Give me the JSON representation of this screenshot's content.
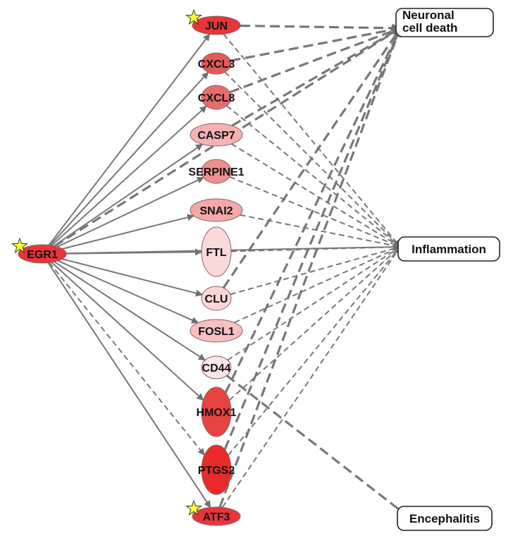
{
  "network": {
    "nodes": [
      {
        "id": "EGR1",
        "label": "EGR1",
        "kind": "gene",
        "fill": "#e8353a",
        "star": true
      },
      {
        "id": "JUN",
        "label": "JUN",
        "kind": "gene",
        "fill": "#e8353a",
        "star": true
      },
      {
        "id": "CXCL3",
        "label": "CXCL3",
        "kind": "gene",
        "fill": "#e35a5a"
      },
      {
        "id": "CXCL8",
        "label": "CXCL8",
        "kind": "gene",
        "fill": "#e76d6d"
      },
      {
        "id": "CASP7",
        "label": "CASP7",
        "kind": "gene",
        "fill": "#f4b2b2"
      },
      {
        "id": "SERPINE1",
        "label": "SERPINE1",
        "kind": "gene",
        "fill": "#ee9090"
      },
      {
        "id": "SNAI2",
        "label": "SNAI2",
        "kind": "gene",
        "fill": "#f4a8a8"
      },
      {
        "id": "FTL",
        "label": "FTL",
        "kind": "gene",
        "fill": "#fbdada"
      },
      {
        "id": "CLU",
        "label": "CLU",
        "kind": "gene",
        "fill": "#fad6d6"
      },
      {
        "id": "FOSL1",
        "label": "FOSL1",
        "kind": "gene",
        "fill": "#f7c0c0"
      },
      {
        "id": "CD44",
        "label": "CD44",
        "kind": "gene",
        "fill": "#fde6e6"
      },
      {
        "id": "HMOX1",
        "label": "HMOX1",
        "kind": "gene",
        "fill": "#e84343"
      },
      {
        "id": "PTGS2",
        "label": "PTGS2",
        "kind": "gene",
        "fill": "#e82a2a"
      },
      {
        "id": "ATF3",
        "label": "ATF3",
        "kind": "gene",
        "fill": "#e8353a",
        "star": true
      },
      {
        "id": "NCD",
        "label": "Neuronal cell death",
        "label_lines": [
          "Neuronal",
          "cell death"
        ],
        "kind": "function"
      },
      {
        "id": "INF",
        "label": "Inflammation",
        "label_lines": [
          "Inflammation"
        ],
        "kind": "function"
      },
      {
        "id": "ENC",
        "label": "Encephalitis",
        "label_lines": [
          "Encephalitis"
        ],
        "kind": "function"
      }
    ],
    "edges": [
      {
        "from": "EGR1",
        "to": "JUN",
        "style": "solid"
      },
      {
        "from": "EGR1",
        "to": "CXCL3",
        "style": "solid"
      },
      {
        "from": "EGR1",
        "to": "CXCL8",
        "style": "solid"
      },
      {
        "from": "EGR1",
        "to": "CASP7",
        "style": "solid"
      },
      {
        "from": "EGR1",
        "to": "SERPINE1",
        "style": "solid"
      },
      {
        "from": "EGR1",
        "to": "SNAI2",
        "style": "solid"
      },
      {
        "from": "EGR1",
        "to": "FTL",
        "style": "solid"
      },
      {
        "from": "EGR1",
        "to": "INF",
        "style": "solid"
      },
      {
        "from": "EGR1",
        "to": "CLU",
        "style": "solid"
      },
      {
        "from": "EGR1",
        "to": "FOSL1",
        "style": "solid"
      },
      {
        "from": "EGR1",
        "to": "CD44",
        "style": "solid"
      },
      {
        "from": "EGR1",
        "to": "HMOX1",
        "style": "solid"
      },
      {
        "from": "EGR1",
        "to": "PTGS2",
        "style": "dashed"
      },
      {
        "from": "EGR1",
        "to": "ATF3",
        "style": "solid"
      },
      {
        "from": "EGR1",
        "to": "NCD",
        "style": "thick"
      },
      {
        "from": "JUN",
        "to": "NCD",
        "style": "thick"
      },
      {
        "from": "JUN",
        "to": "INF",
        "style": "dashed"
      },
      {
        "from": "CXCL3",
        "to": "NCD",
        "style": "thick"
      },
      {
        "from": "CXCL3",
        "to": "INF",
        "style": "dashed"
      },
      {
        "from": "CXCL8",
        "to": "NCD",
        "style": "thick"
      },
      {
        "from": "CXCL8",
        "to": "INF",
        "style": "dashed"
      },
      {
        "from": "CASP7",
        "to": "NCD",
        "style": "thick"
      },
      {
        "from": "CASP7",
        "to": "INF",
        "style": "dashed"
      },
      {
        "from": "SERPINE1",
        "to": "INF",
        "style": "dashed"
      },
      {
        "from": "SNAI2",
        "to": "INF",
        "style": "dashed"
      },
      {
        "from": "FTL",
        "to": "INF",
        "style": "dashed"
      },
      {
        "from": "CLU",
        "to": "NCD",
        "style": "thick"
      },
      {
        "from": "CLU",
        "to": "INF",
        "style": "dashed"
      },
      {
        "from": "FOSL1",
        "to": "INF",
        "style": "dashed"
      },
      {
        "from": "CD44",
        "to": "INF",
        "style": "dashed"
      },
      {
        "from": "CD44",
        "to": "ENC",
        "style": "thick"
      },
      {
        "from": "HMOX1",
        "to": "NCD",
        "style": "thick"
      },
      {
        "from": "HMOX1",
        "to": "INF",
        "style": "dashed"
      },
      {
        "from": "PTGS2",
        "to": "NCD",
        "style": "thick"
      },
      {
        "from": "PTGS2",
        "to": "INF",
        "style": "dashed"
      },
      {
        "from": "ATF3",
        "to": "NCD",
        "style": "thick"
      },
      {
        "from": "ATF3",
        "to": "INF",
        "style": "dashed"
      }
    ]
  }
}
